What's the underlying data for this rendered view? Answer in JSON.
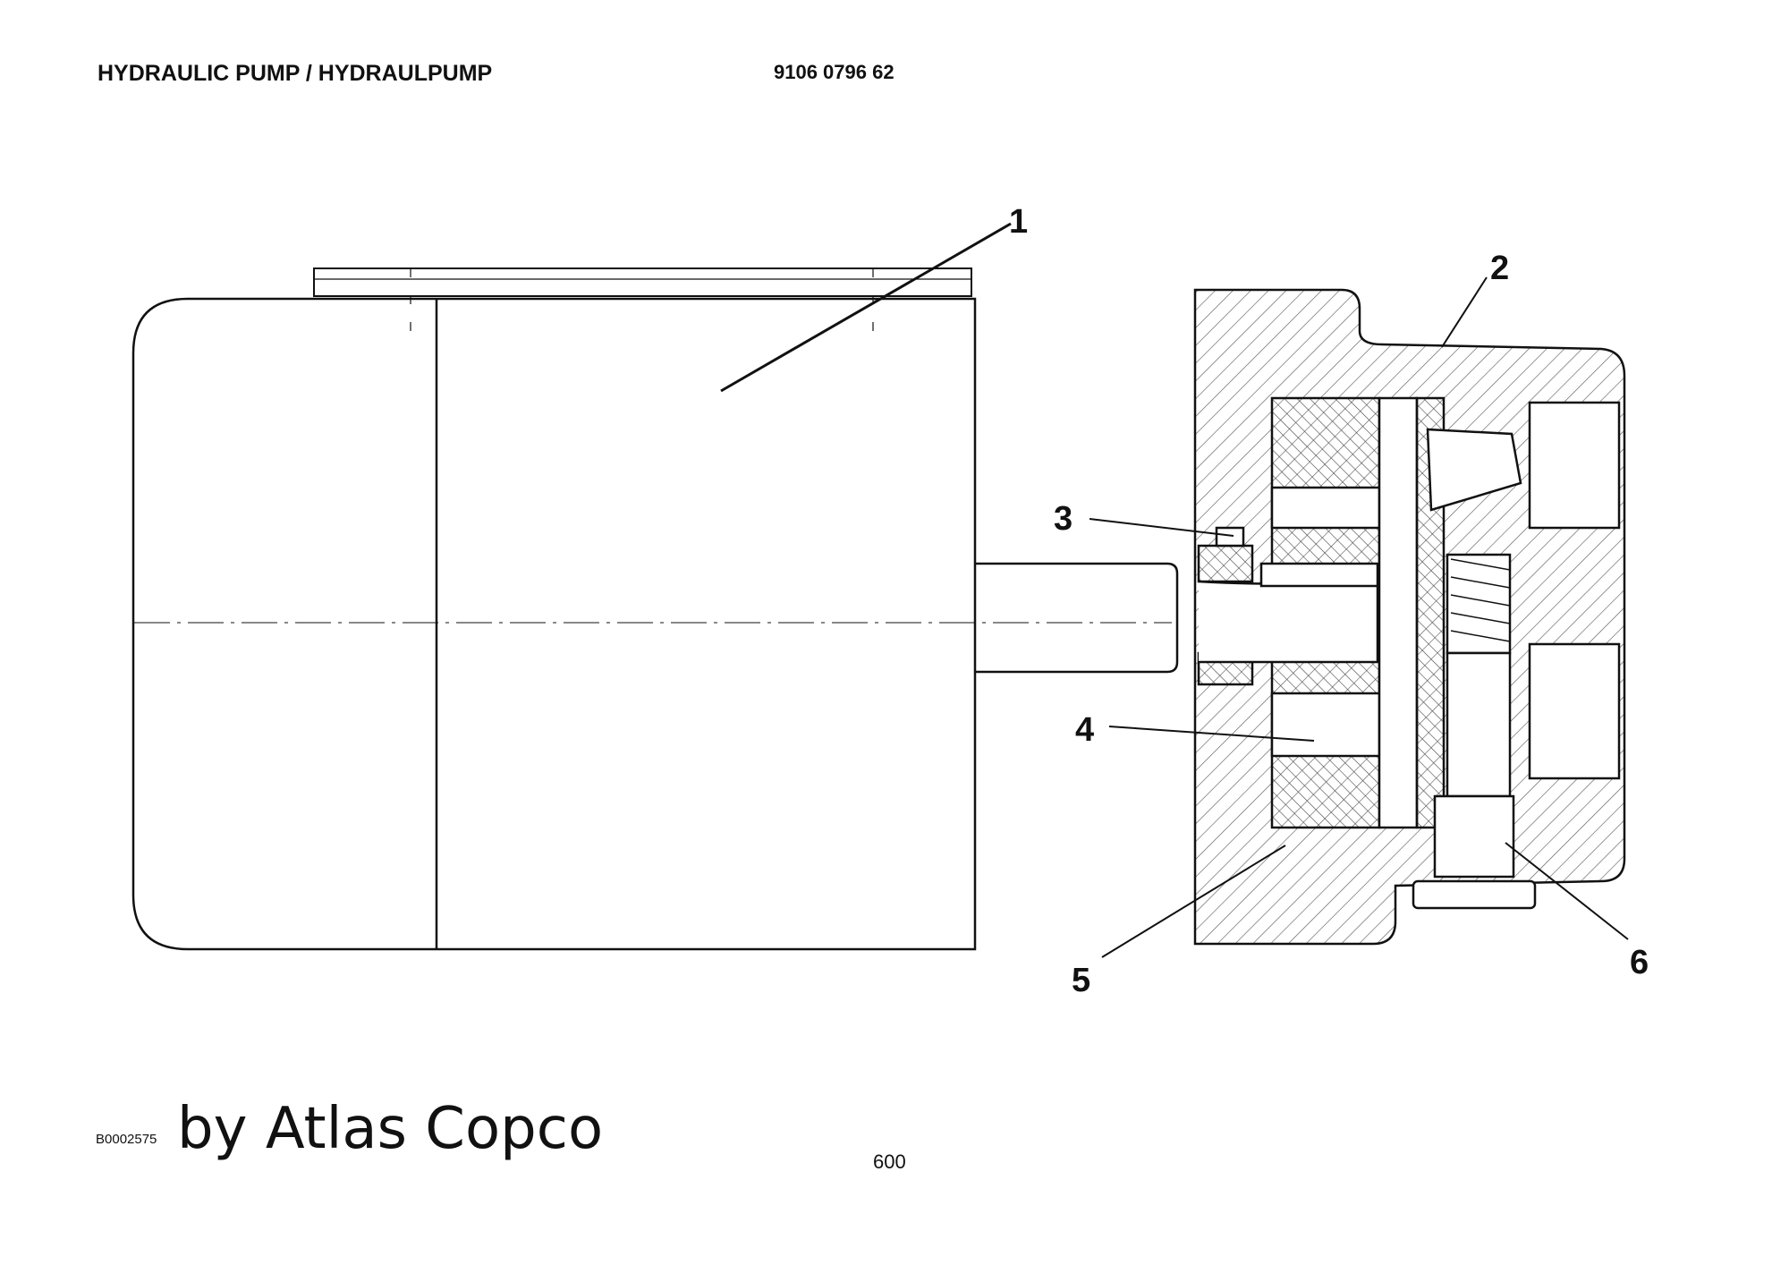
{
  "header": {
    "title": "HYDRAULIC PUMP / HYDRAULPUMP",
    "part_number": "9106 0796 62"
  },
  "callouts": [
    "1",
    "2",
    "3",
    "4",
    "5",
    "6"
  ],
  "footer": {
    "doc_id": "B0002575",
    "brand": "by Atlas Copco",
    "page": "600"
  }
}
